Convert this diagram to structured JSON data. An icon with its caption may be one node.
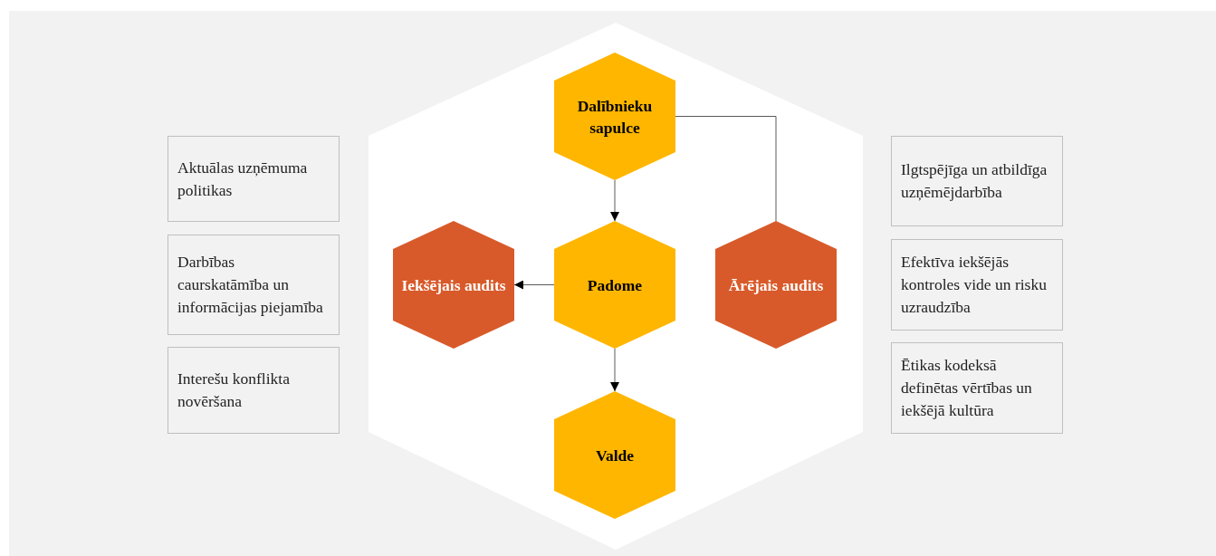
{
  "diagram": {
    "nodes": [
      {
        "text": [
          "Aktuālas uzņēmuma politikas"
        ]
      },
      {
        "text": [
          "Darbības caurskatāmība un informācijas piejamība"
        ]
      },
      {
        "text": [
          "Interešu konflikta novēršana"
        ]
      },
      {
        "text": [
          "Dalībnieku sapulce"
        ]
      },
      {
        "text": [
          "Iekšējais audits"
        ]
      },
      {
        "text": [
          "Padome"
        ]
      },
      {
        "text": [
          "Ārējais audits"
        ]
      },
      {
        "text": [
          "Valde"
        ]
      },
      {
        "text": [
          "Ilgtspējīga un atbildīga uzņēmējdarbība"
        ]
      },
      {
        "text": [
          "Efektīva iekšējās kontroles vide un risku uzraudzība"
        ]
      },
      {
        "text": [
          "Ētikas kodeksā definētas vērtības un iekšējā kultūra"
        ]
      }
    ],
    "edges": [
      {
        "from": 3,
        "to": 5,
        "arrow": "to"
      },
      {
        "from": 5,
        "to": 4,
        "arrow": "to"
      },
      {
        "from": 5,
        "to": 7,
        "arrow": "to"
      },
      {
        "from": 3,
        "to": 6,
        "arrow": "none"
      }
    ]
  }
}
